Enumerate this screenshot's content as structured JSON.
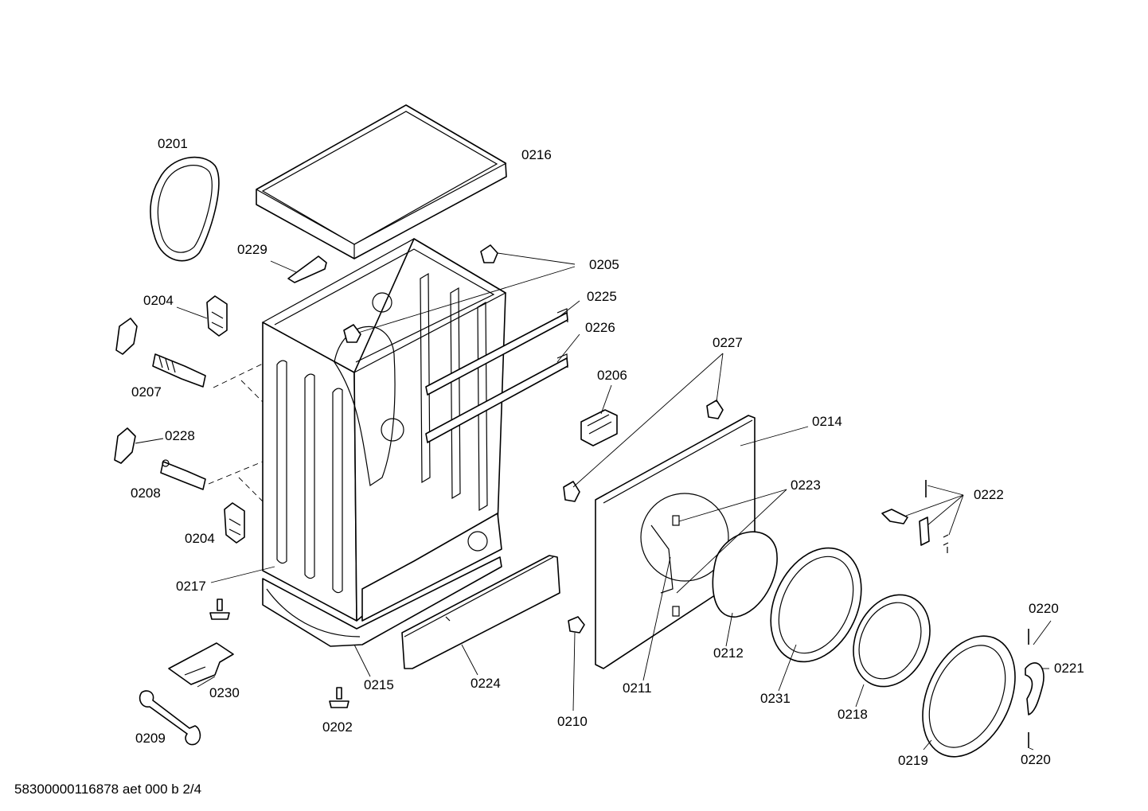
{
  "diagram": {
    "footer": "58300000116878 aet 000 b 2/4",
    "labels": {
      "p0201": "0201",
      "p0216": "0216",
      "p0229": "0229",
      "p0205": "0205",
      "p0204a": "0204",
      "p0225": "0225",
      "p0226": "0226",
      "p0207": "0207",
      "p0227": "0227",
      "p0206": "0206",
      "p0228": "0228",
      "p0214": "0214",
      "p0208": "0208",
      "p0223": "0223",
      "p0222": "0222",
      "p0204b": "0204",
      "p0217": "0217",
      "p0220a": "0220",
      "p0221": "0221",
      "p0230": "0230",
      "p0215": "0215",
      "p0224": "0224",
      "p0211": "0211",
      "p0212": "0212",
      "p0231": "0231",
      "p0218": "0218",
      "p0210": "0210",
      "p0209": "0209",
      "p0202": "0202",
      "p0219": "0219",
      "p0220b": "0220"
    }
  }
}
